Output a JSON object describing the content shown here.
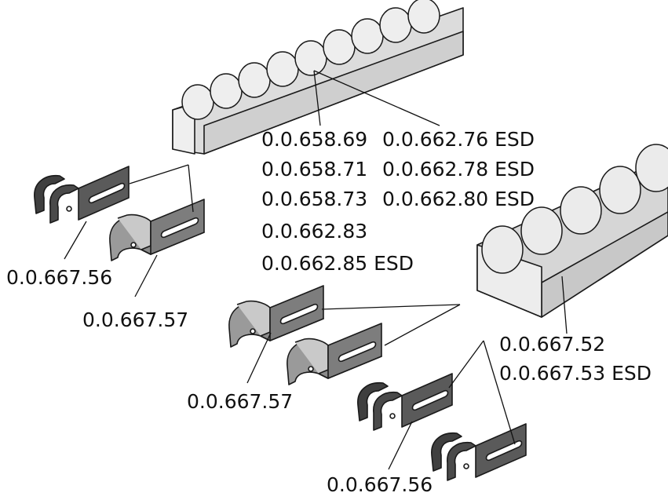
{
  "labels": {
    "rail_top_col1": [
      "0.0.658.69",
      "0.0.658.71",
      "0.0.658.73",
      "0.0.662.83",
      "0.0.662.85 ESD"
    ],
    "rail_top_col2": [
      "0.0.662.76 ESD",
      "0.0.662.78 ESD",
      "0.0.662.80 ESD"
    ],
    "bracket_dark_left": "0.0.667.56",
    "bracket_light_left": "0.0.667.57",
    "rail_right": [
      "0.0.667.52",
      "0.0.667.53 ESD"
    ],
    "bracket_light_center": "0.0.667.57",
    "bracket_dark_bottom": "0.0.667.56"
  },
  "colors": {
    "roller": "#e9e9e9",
    "rail": "#d6d6d6",
    "bracket_dark": "#4a4a4a",
    "bracket_light": "#8e8e8e",
    "outline": "#1a1a1a"
  }
}
